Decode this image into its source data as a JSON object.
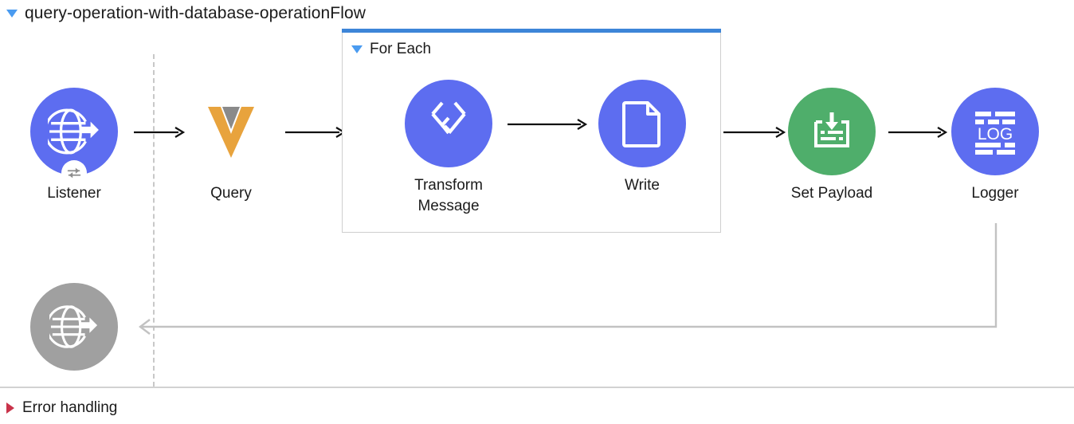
{
  "flow": {
    "title": "query-operation-with-database-operationFlow",
    "toggle_icon": "triangle-down-icon",
    "toggle_color": "#4a9bf0"
  },
  "colors": {
    "purple": "#5d6df0",
    "green": "#4fae6b",
    "grey": "#a0a0a0",
    "scope_accent": "#3d85d8",
    "error_accent": "#c9334a",
    "orange": "#e8a33d",
    "orange_inner": "#8a8a8a",
    "arrow": "#111111",
    "return_line": "#c2c2c2",
    "lane_divider": "#c8c8c8"
  },
  "source": {
    "listener": {
      "label": "Listener",
      "icon": "globe-arrow-icon",
      "badge_icon": "exchange-arrows-icon",
      "color": "purple"
    },
    "response": {
      "label": "",
      "icon": "globe-arrow-icon",
      "color": "grey"
    }
  },
  "process": {
    "nodes": [
      {
        "label": "Query",
        "icon": "database-connector-icon",
        "color": "plain"
      },
      {
        "label": "Set Payload",
        "icon": "set-payload-icon",
        "color": "green"
      },
      {
        "label": "Logger",
        "icon": "log-icon",
        "color": "purple"
      }
    ]
  },
  "scope": {
    "title": "For Each",
    "toggle_icon": "triangle-down-icon",
    "nodes": [
      {
        "label": "Transform\nMessage",
        "icon": "dataweave-icon",
        "color": "purple"
      },
      {
        "label": "Write",
        "icon": "file-document-icon",
        "color": "purple"
      }
    ]
  },
  "error_handling": {
    "label": "Error handling",
    "toggle_icon": "triangle-right-icon"
  }
}
